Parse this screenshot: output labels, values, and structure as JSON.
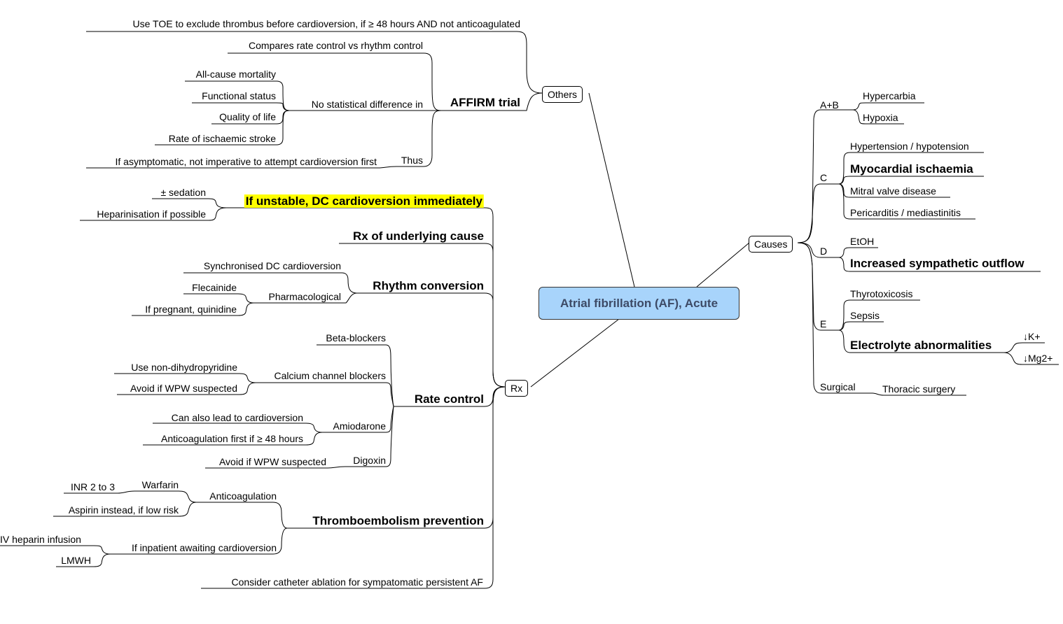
{
  "central_topic": "Atrial fibrillation (AF), Acute",
  "colors": {
    "central_fill": "#a8d4fb",
    "central_text": "#3d4a66",
    "highlight": "#ffff00",
    "line": "#000000"
  },
  "others": {
    "label": "Others",
    "toe": "Use TOE to exclude thrombus before cardioversion, if ≥ 48 hours AND not anticoagulated",
    "affirm": {
      "label": "AFFIRM trial",
      "compares": "Compares rate control vs rhythm control",
      "no_diff_label": "No statistical difference in",
      "no_diff_items": [
        "All-cause mortality",
        "Functional status",
        "Quality of life",
        "Rate of ischaemic stroke"
      ],
      "thus_label": "Thus",
      "thus_item": "If asymptomatic, not imperative to attempt cardioversion first"
    }
  },
  "rx": {
    "label": "Rx",
    "unstable": {
      "label": "If unstable, DC cardioversion immediately",
      "items": [
        "± sedation",
        "Heparinisation if possible"
      ]
    },
    "underlying": "Rx of underlying cause",
    "rhythm": {
      "label": "Rhythm conversion",
      "synchronised": "Synchronised DC cardioversion",
      "pharm_label": "Pharmacological",
      "pharm_items": [
        "Flecainide",
        "If pregnant, quinidine"
      ]
    },
    "rate": {
      "label": "Rate control",
      "beta": "Beta-blockers",
      "ccb_label": "Calcium channel blockers",
      "ccb_items": [
        "Use non-dihydropyridine",
        "Avoid if WPW suspected"
      ],
      "amio_label": "Amiodarone",
      "amio_items": [
        "Can also lead to cardioversion",
        "Anticoagulation first if ≥ 48 hours"
      ],
      "digoxin_label": "Digoxin",
      "digoxin_item": "Avoid if WPW suspected"
    },
    "thrombo": {
      "label": "Thromboembolism prevention",
      "anticoag_label": "Anticoagulation",
      "warfarin_label": "Warfarin",
      "warfarin_item": "INR 2 to 3",
      "aspirin": "Aspirin instead, if low risk",
      "inpatient_label": "If inpatient awaiting cardioversion",
      "inpatient_items": [
        "IV heparin infusion",
        "LMWH"
      ]
    },
    "ablation": "Consider catheter ablation for sympatomatic persistent AF"
  },
  "causes": {
    "label": "Causes",
    "ab": {
      "label": "A+B",
      "items": [
        "Hypercarbia",
        "Hypoxia"
      ]
    },
    "c": {
      "label": "C",
      "items": [
        "Hypertension / hypotension",
        "Myocardial ischaemia",
        "Mitral valve disease",
        "Pericarditis / mediastinitis"
      ]
    },
    "d": {
      "label": "D",
      "items": [
        "EtOH",
        "Increased sympathetic outflow"
      ]
    },
    "e": {
      "label": "E",
      "items": [
        "Thyrotoxicosis",
        "Sepsis"
      ],
      "electrolyte": "Electrolyte abnormalities",
      "electrolyte_items": [
        "↓K+",
        "↓Mg2+"
      ]
    },
    "surgical": {
      "label": "Surgical",
      "item": "Thoracic surgery"
    }
  }
}
